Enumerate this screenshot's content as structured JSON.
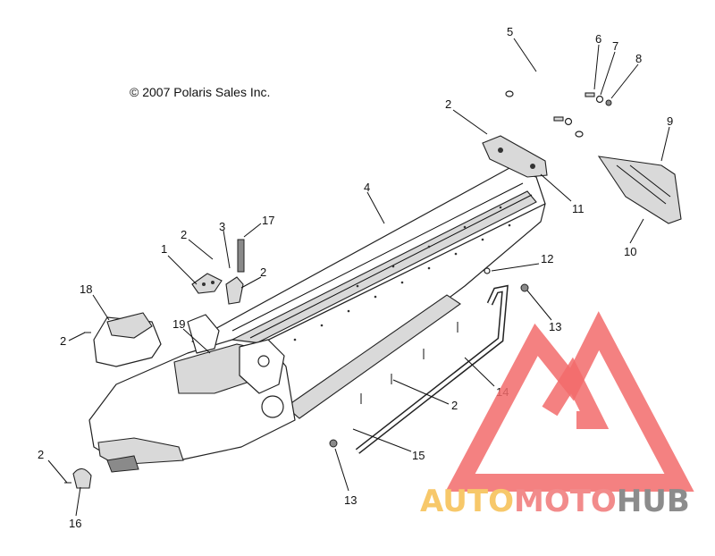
{
  "copyright": "© 2007 Polaris Sales Inc.",
  "callouts": [
    {
      "id": "c1",
      "label": "1"
    },
    {
      "id": "c2a",
      "label": "2"
    },
    {
      "id": "c2b",
      "label": "2"
    },
    {
      "id": "c2c",
      "label": "2"
    },
    {
      "id": "c2d",
      "label": "2"
    },
    {
      "id": "c2e",
      "label": "2"
    },
    {
      "id": "c2f",
      "label": "2"
    },
    {
      "id": "c3",
      "label": "3"
    },
    {
      "id": "c4",
      "label": "4"
    },
    {
      "id": "c5",
      "label": "5"
    },
    {
      "id": "c6",
      "label": "6"
    },
    {
      "id": "c7",
      "label": "7"
    },
    {
      "id": "c8",
      "label": "8"
    },
    {
      "id": "c9",
      "label": "9"
    },
    {
      "id": "c10",
      "label": "10"
    },
    {
      "id": "c11",
      "label": "11"
    },
    {
      "id": "c12",
      "label": "12"
    },
    {
      "id": "c13a",
      "label": "13"
    },
    {
      "id": "c13b",
      "label": "13"
    },
    {
      "id": "c14",
      "label": "14"
    },
    {
      "id": "c15",
      "label": "15"
    },
    {
      "id": "c16",
      "label": "16"
    },
    {
      "id": "c17",
      "label": "17"
    },
    {
      "id": "c18",
      "label": "18"
    },
    {
      "id": "c19",
      "label": "19"
    }
  ],
  "watermark": {
    "part1": "AUTO",
    "part2": "MOTO",
    "part3": "HUB",
    "color_auto": "#f7c86a",
    "color_moto": "#f28b8b",
    "color_hub": "#8c8c8c",
    "triangle_color": "#f26b6b"
  }
}
